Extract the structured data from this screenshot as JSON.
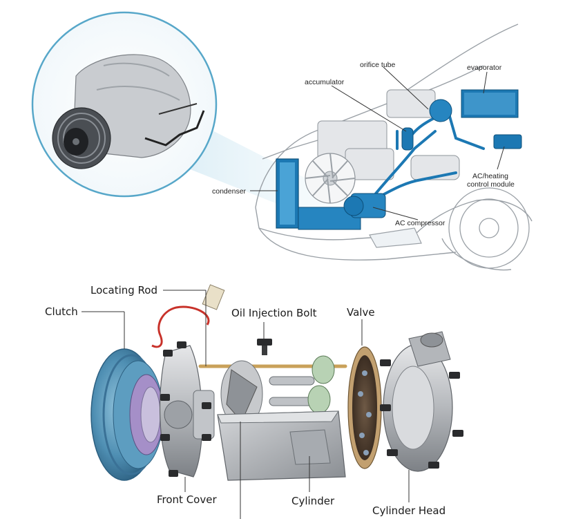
{
  "top_diagram": {
    "labels": {
      "orifice_tube": "orifice tube",
      "evaporator": "evaporator",
      "accumulator": "accumulator",
      "condenser": "condenser",
      "ac_heating_line1": "AC/heating",
      "ac_heating_line2": "control module",
      "ac_compressor": "AC compressor"
    }
  },
  "bottom_diagram": {
    "labels": {
      "locating_rod": "Locating Rod",
      "clutch": "Clutch",
      "oil_injection_bolt": "Oil Injection Bolt",
      "valve": "Valve",
      "front_cover": "Front Cover",
      "cylinder": "Cylinder",
      "cylinder_head": "Cylinder Head"
    }
  },
  "colors": {
    "ac_blue": "#1c78b3",
    "clutch_blue": "#4f8fb3",
    "metal": "#b9bcc0",
    "inset_ring": "#57a7c9",
    "brass": "#b07a3a"
  }
}
